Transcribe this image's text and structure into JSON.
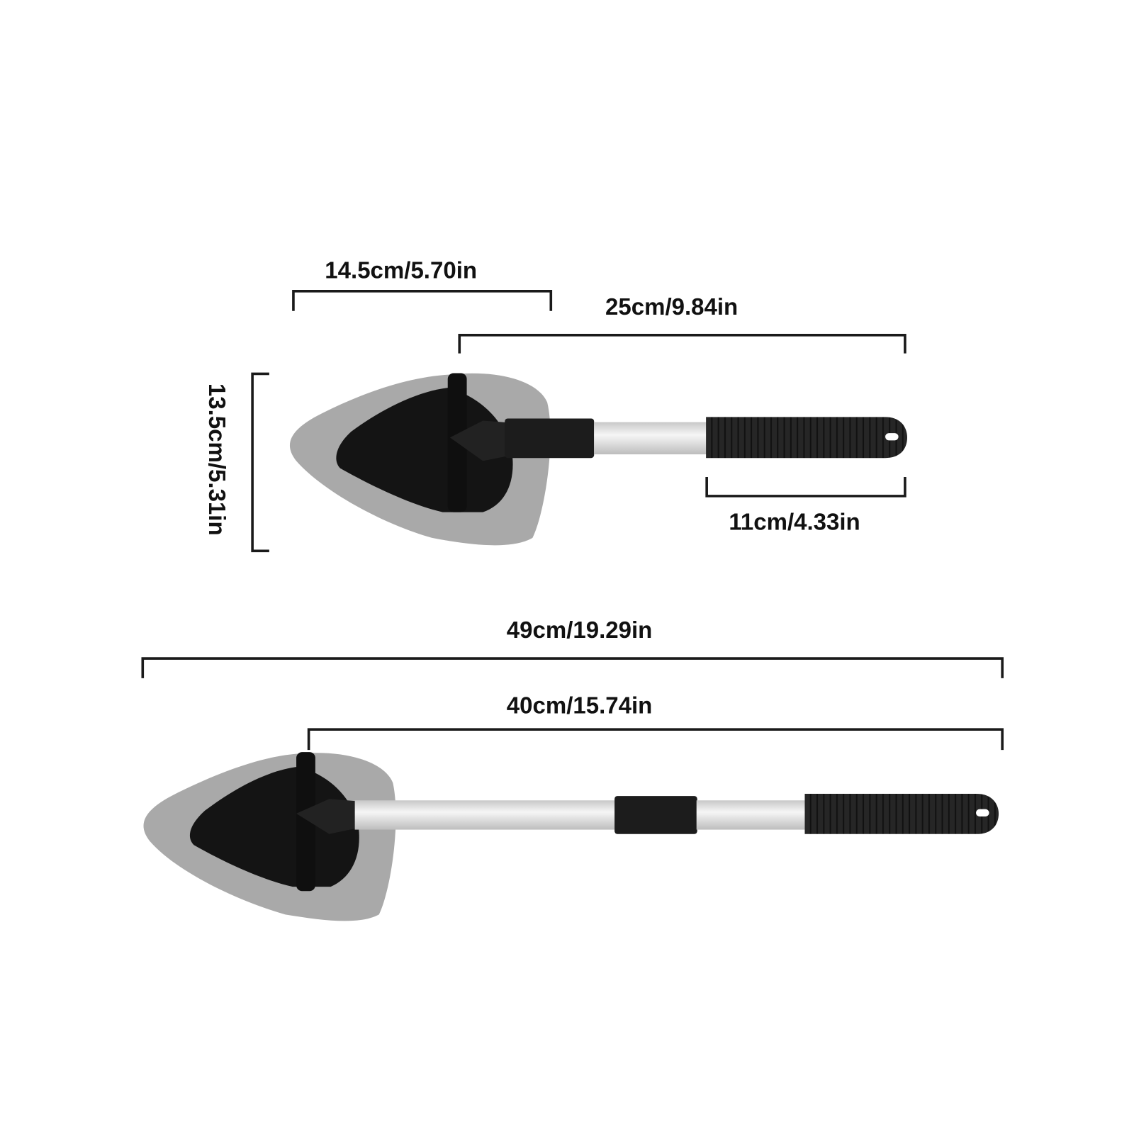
{
  "dimensions": {
    "head_width": "14.5cm/5.70in",
    "short_handle_length": "25cm/9.84in",
    "head_height": "13.5cm/5.31in",
    "grip_length": "11cm/4.33in",
    "total_extended_length": "49cm/19.29in",
    "extended_handle_length": "40cm/15.74in"
  },
  "colors": {
    "pad": "#a9a9a9",
    "plastic": "#1c1c1c",
    "tube": "#e4e4e4",
    "line": "#1a1a1a"
  }
}
